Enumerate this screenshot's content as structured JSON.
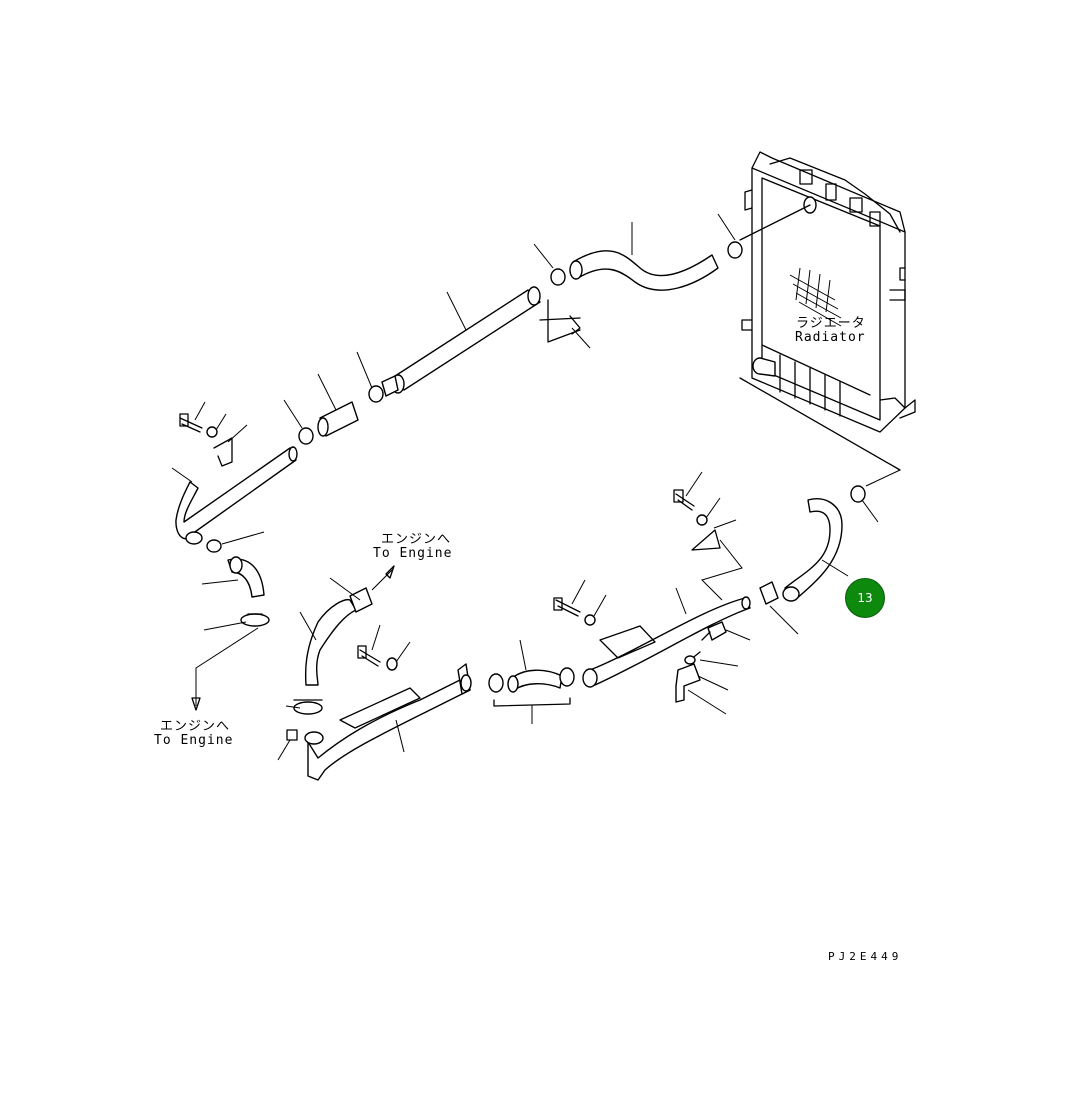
{
  "labels": {
    "radiator_jp": "ラジエータ",
    "radiator_en": "Radiator",
    "engine_upper_jp": "エンジンへ",
    "engine_upper_en": "To Engine",
    "engine_lower_jp": "エンジンへ",
    "engine_lower_en": "To Engine",
    "drawing_code": "PJ2E449"
  },
  "callout": {
    "number": "13",
    "color": "#0d8a0d"
  }
}
